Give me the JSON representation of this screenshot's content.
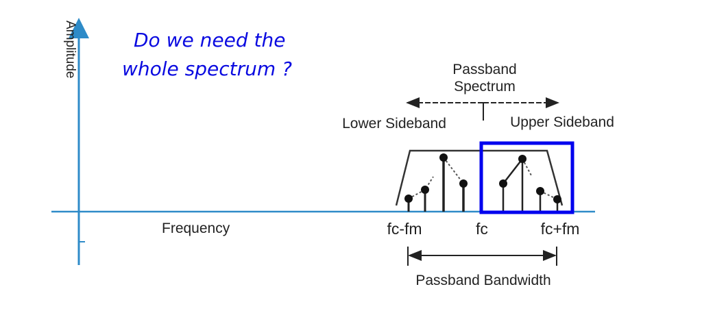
{
  "question": {
    "line1": "Do we need the",
    "line2": "whole spectrum ?"
  },
  "axes": {
    "y_label": "Amplitude",
    "x_label": "Frequency"
  },
  "passband_spectrum": {
    "line1": "Passband",
    "line2": "Spectrum"
  },
  "sidebands": {
    "lower": "Lower Sideband",
    "upper": "Upper Sideband"
  },
  "freq_labels": {
    "lower": "fc-fm",
    "center": "fc",
    "upper": "fc+fm"
  },
  "bandwidth_label": "Passband Bandwidth",
  "colors": {
    "axis": "#2e8bc8",
    "highlight": "#0000ee",
    "question": "#0a0ae0"
  }
}
